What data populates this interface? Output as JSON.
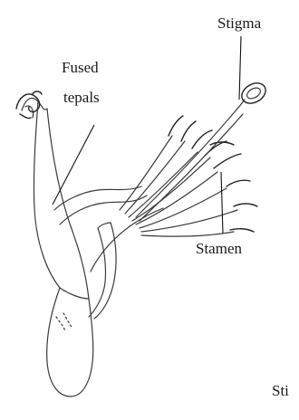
{
  "labels": {
    "stigma": "Stigma",
    "fused_tepals_line1": "Fused",
    "fused_tepals_line2": "tepals",
    "stamen": "Stamen",
    "cropped_fragment": "Sti"
  }
}
